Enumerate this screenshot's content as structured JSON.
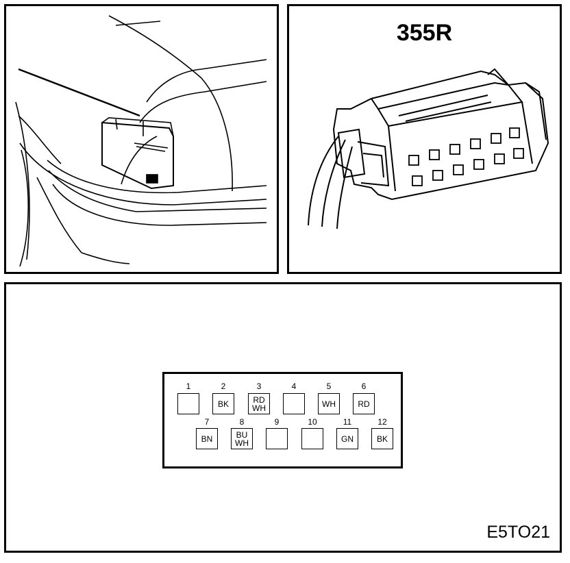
{
  "connector": {
    "name": "355R"
  },
  "figure_code": "E5TO21",
  "pins_top": [
    {
      "num": "1",
      "colors": []
    },
    {
      "num": "2",
      "colors": [
        "BK"
      ]
    },
    {
      "num": "3",
      "colors": [
        "RD",
        "WH"
      ]
    },
    {
      "num": "4",
      "colors": []
    },
    {
      "num": "5",
      "colors": [
        "WH"
      ]
    },
    {
      "num": "6",
      "colors": [
        "RD"
      ]
    }
  ],
  "pins_bottom": [
    {
      "num": "7",
      "colors": [
        "BN"
      ]
    },
    {
      "num": "8",
      "colors": [
        "BU",
        "WH"
      ]
    },
    {
      "num": "9",
      "colors": []
    },
    {
      "num": "10",
      "colors": []
    },
    {
      "num": "11",
      "colors": [
        "GN"
      ]
    },
    {
      "num": "12",
      "colors": [
        "BK"
      ]
    }
  ]
}
